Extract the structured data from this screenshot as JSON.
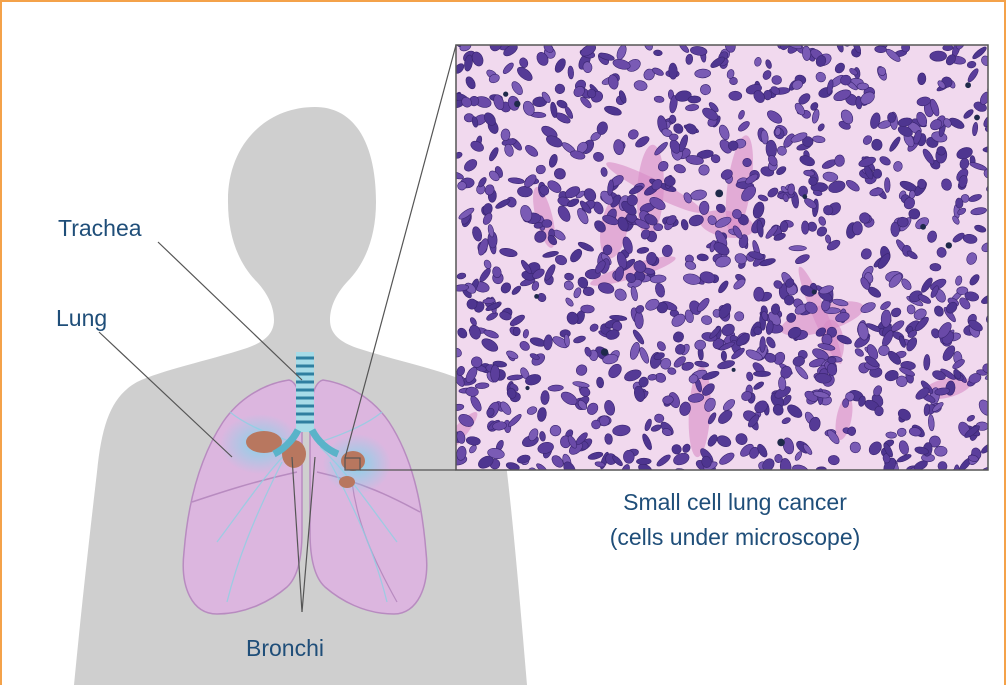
{
  "labels": {
    "trachea": "Trachea",
    "lung": "Lung",
    "bronchi": "Bronchi"
  },
  "caption": {
    "line1": "Small cell lung cancer",
    "line2": "(cells under microscope)"
  },
  "colors": {
    "frame_border": "#f4a24a",
    "label_text": "#1f4e79",
    "silhouette": "#cfcfcf",
    "lung_tissue": "#d9b3dc",
    "trachea": "#5ab3c9",
    "tumor": "#b8775f",
    "cell_nucleus": "#5b3e9c",
    "stroma": "#d98cc7",
    "background_tissue": "#f1d9ee"
  },
  "icons": {
    "body": "human-torso-silhouette",
    "organ": "lungs-illustration",
    "inset": "microscope-cell-view"
  }
}
